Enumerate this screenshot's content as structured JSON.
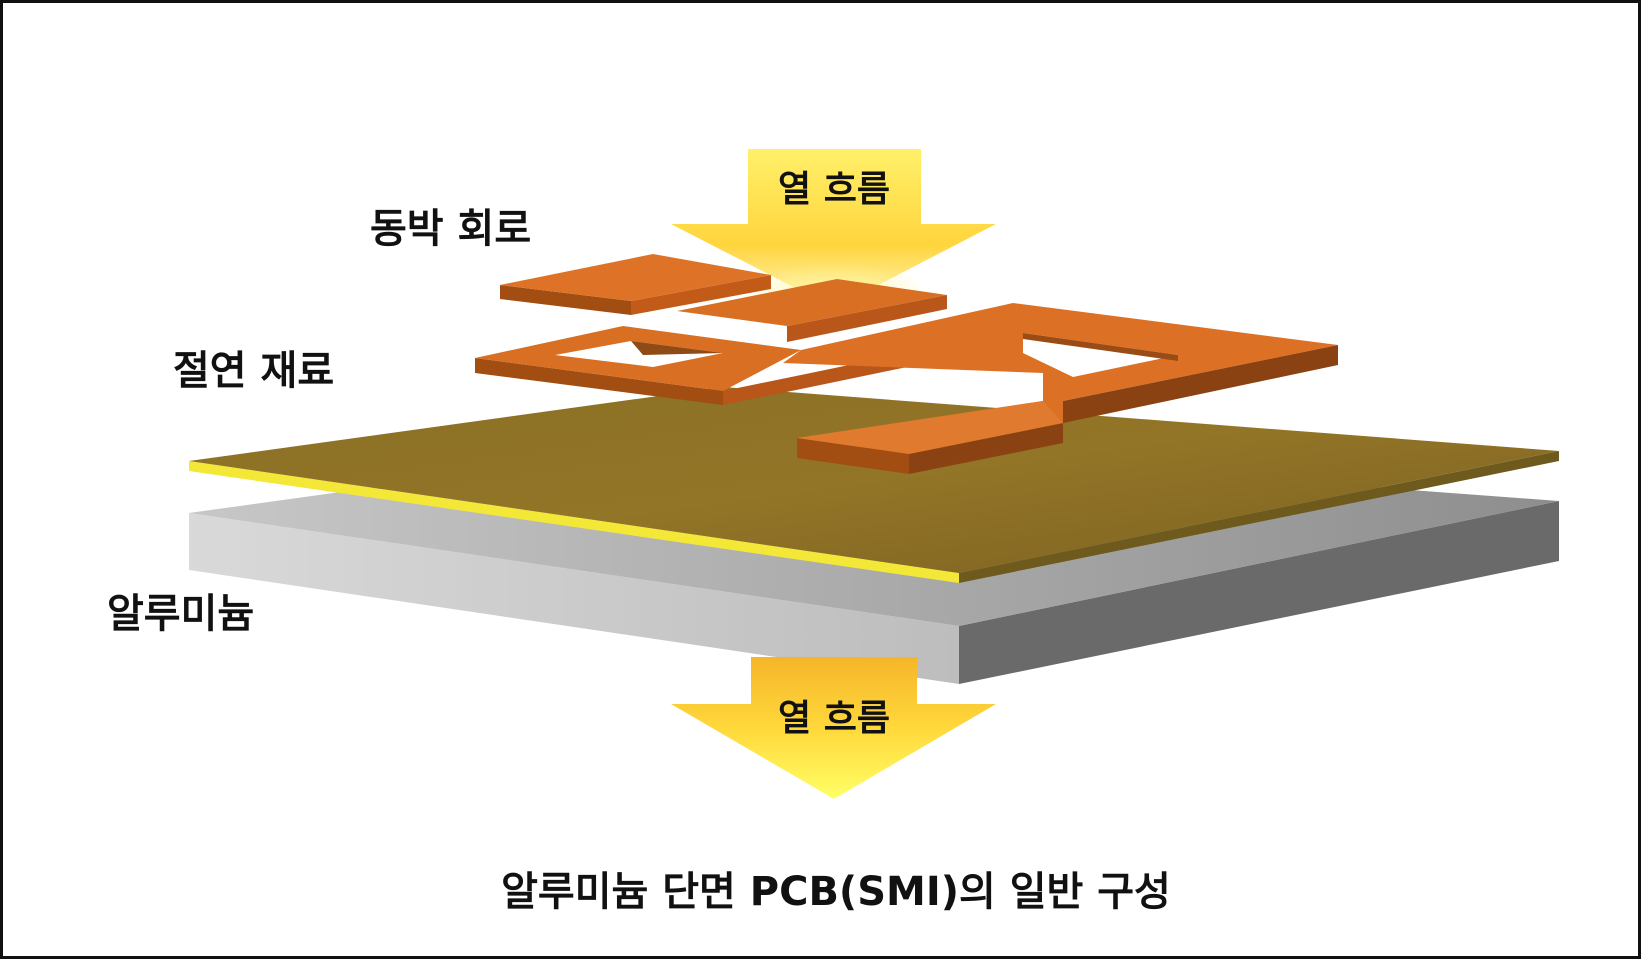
{
  "labels": {
    "copper_circuit": "동박 회로",
    "insulation": "절연 재료",
    "aluminum": "알루미늄",
    "heat_flow_top": "열 흐름",
    "heat_flow_bottom": "열 흐름"
  },
  "caption": "알루미늄 단면 PCB(SMI)의 일반 구성",
  "colors": {
    "copper_top": "#d86f22",
    "copper_side": "#a24d12",
    "insulation_top": "#8e7126",
    "insulation_edge": "#f2e53a",
    "aluminum_front": "#cfcfcf",
    "aluminum_side": "#6a6a6a",
    "arrow": "#ffd93a"
  }
}
